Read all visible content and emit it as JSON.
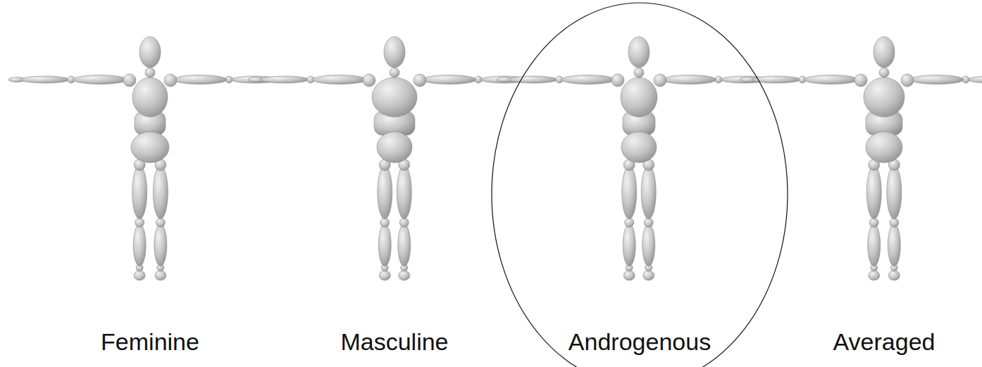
{
  "diagram": {
    "nodes": [
      {
        "text": [
          "Androgenous"
        ]
      }
    ],
    "labels": [
      "Feminine",
      "Masculine",
      "Averaged"
    ]
  }
}
